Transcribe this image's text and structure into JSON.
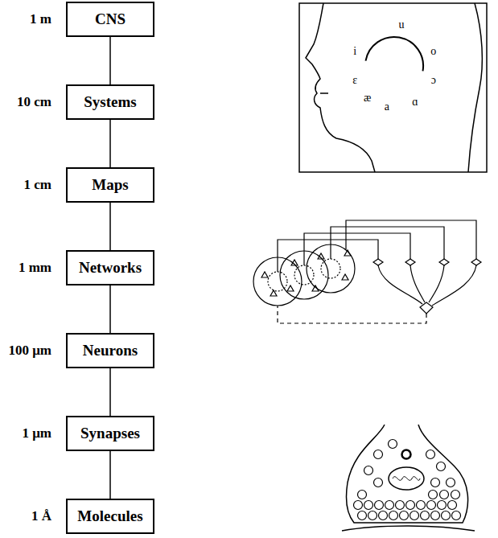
{
  "diagram": {
    "nodes": [
      {
        "text": [
          "CNS"
        ]
      },
      {
        "text": [
          "Systems"
        ]
      },
      {
        "text": [
          "Maps"
        ]
      },
      {
        "text": [
          "Networks"
        ]
      },
      {
        "text": [
          "Neurons"
        ]
      },
      {
        "text": [
          "Synapses"
        ]
      },
      {
        "text": [
          "Molecules"
        ]
      }
    ],
    "edges": [
      {
        "from": 0,
        "to": 1,
        "arrow": "none"
      },
      {
        "from": 1,
        "to": 2,
        "arrow": "none"
      },
      {
        "from": 2,
        "to": 3,
        "arrow": "none"
      },
      {
        "from": 3,
        "to": 4,
        "arrow": "none"
      },
      {
        "from": 4,
        "to": 5,
        "arrow": "none"
      },
      {
        "from": 5,
        "to": 6,
        "arrow": "none"
      }
    ],
    "labels": [
      "1 m",
      "10 cm",
      "1 cm",
      "1 mm",
      "100 μm",
      "1 μm",
      "1 Å",
      "i",
      "ɛ",
      "æ",
      "a",
      "ɑ",
      "ɔ",
      "o",
      "u"
    ]
  }
}
